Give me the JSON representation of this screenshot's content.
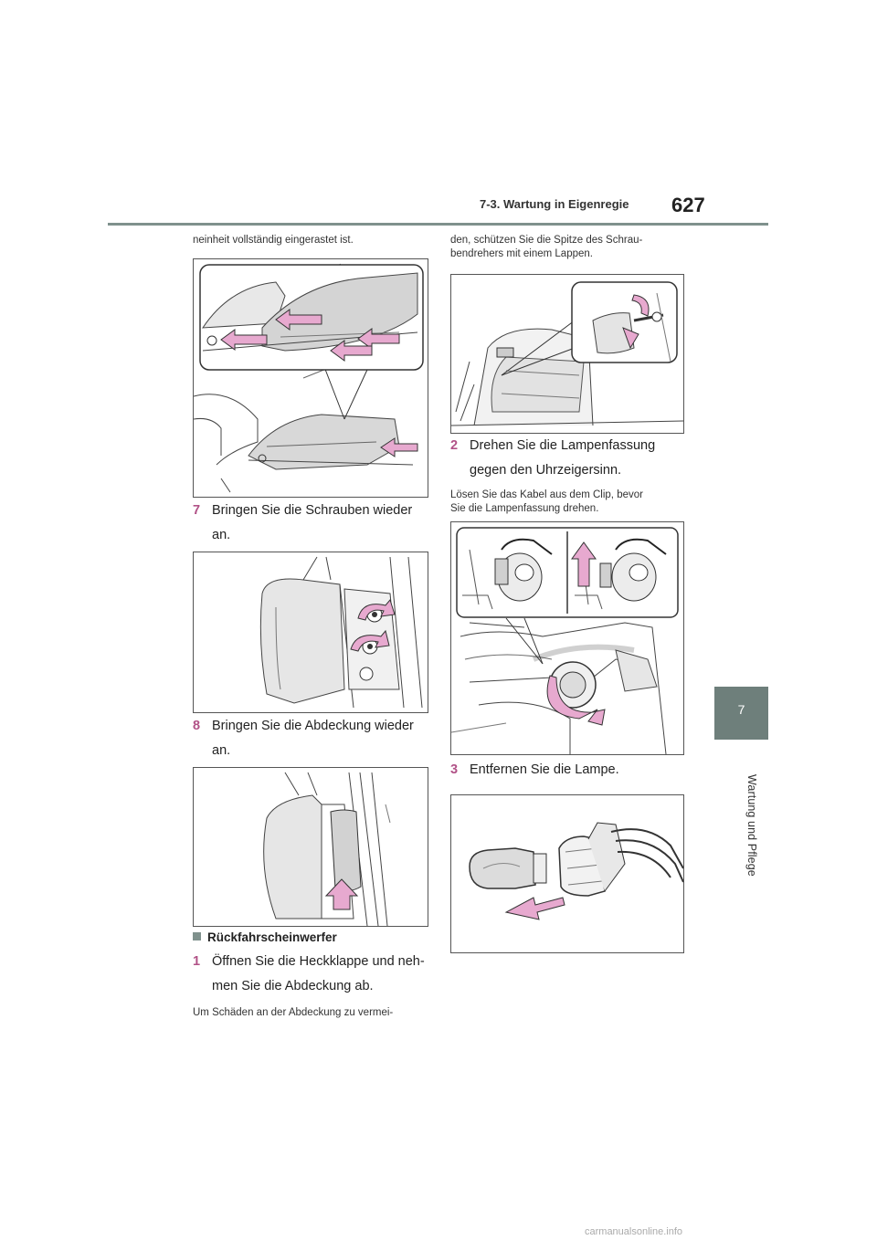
{
  "header": {
    "section": "7-3. Wartung in Eigenregie",
    "page_number": "627"
  },
  "side_tab": {
    "chapter_number": "7",
    "chapter_title": "Wartung und Pflege"
  },
  "left_column": {
    "intro": "neinheit vollständig eingerastet ist.",
    "step7": {
      "num": "7",
      "line1": "Bringen Sie die Schrauben wieder",
      "line2": "an."
    },
    "step8": {
      "num": "8",
      "line1": "Bringen Sie die Abdeckung wieder",
      "line2": "an."
    },
    "section_heading": "Rückfahrscheinwerfer",
    "step1": {
      "num": "1",
      "line1": "Öffnen Sie die Heckklappe und neh-",
      "line2": "men Sie die Abdeckung ab."
    },
    "note": "Um Schäden an der Abdeckung zu vermei-"
  },
  "right_column": {
    "note_cont1": "den, schützen Sie die Spitze des Schrau-",
    "note_cont2": "bendrehers mit einem Lappen.",
    "step2": {
      "num": "2",
      "line1": "Drehen Sie die Lampenfassung",
      "line2": "gegen den Uhrzeigersinn."
    },
    "note2_line1": "Lösen Sie das Kabel aus dem Clip, bevor",
    "note2_line2": "Sie die Lampenfassung drehen.",
    "step3": {
      "num": "3",
      "line1": "Entfernen Sie die Lampe."
    }
  },
  "footer": {
    "watermark": "carmanualsonline.info"
  },
  "colors": {
    "accent_gray": "#7f918d",
    "tab_gray": "#6e7f7b",
    "step_number": "#b15287",
    "arrow_pink": "#e7a9cf"
  }
}
